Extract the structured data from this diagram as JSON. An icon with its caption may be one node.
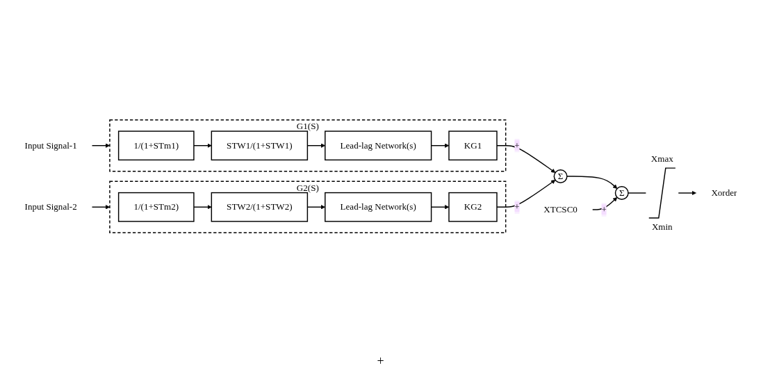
{
  "diagram": {
    "nodes": [
      {
        "text": [
          "G1(S)"
        ]
      },
      {
        "text": [
          "1/(1+STm1)"
        ],
        "in": 0
      },
      {
        "text": [
          "STW1/(1+STW1)"
        ],
        "in": 0
      },
      {
        "text": [
          "Lead-lag Network(s)"
        ],
        "in": 0
      },
      {
        "text": [
          "KG1"
        ],
        "in": 0
      },
      {
        "text": [
          "G2(S)"
        ]
      },
      {
        "text": [
          "1/(1+STm2)"
        ],
        "in": 5
      },
      {
        "text": [
          "STW2/(1+STW2)"
        ],
        "in": 5
      },
      {
        "text": [
          "Lead-lag Network(s)"
        ],
        "in": 5
      },
      {
        "text": [
          "KG2"
        ],
        "in": 5
      },
      {
        "text": [
          "Input Signal-1"
        ]
      },
      {
        "text": [
          "Input Signal-2"
        ]
      },
      {
        "text": [
          "Σ"
        ]
      },
      {
        "text": [
          "Σ"
        ]
      },
      {
        "text": [
          "XTCSC0"
        ]
      },
      {
        "text": [],
        "shape": "picture",
        "beside": [
          "Xmax",
          "Xmin"
        ]
      },
      {
        "text": [
          "Xorder"
        ]
      }
    ],
    "edges": [
      {
        "from": 10,
        "to": 0,
        "arrow": "to"
      },
      {
        "from": 1,
        "to": 2,
        "arrow": "to"
      },
      {
        "from": 2,
        "to": 3,
        "arrow": "to"
      },
      {
        "from": 3,
        "to": 4,
        "arrow": "to"
      },
      {
        "from": 4,
        "to": 12,
        "arrow": "to",
        "label": "+"
      },
      {
        "from": 11,
        "to": 5,
        "arrow": "to"
      },
      {
        "from": 6,
        "to": 7,
        "arrow": "to"
      },
      {
        "from": 7,
        "to": 8,
        "arrow": "to"
      },
      {
        "from": 8,
        "to": 9,
        "arrow": "to"
      },
      {
        "from": 9,
        "to": 12,
        "arrow": "to",
        "label": "+"
      },
      {
        "from": 12,
        "to": 13,
        "arrow": "to"
      },
      {
        "from": 14,
        "to": 13,
        "arrow": "to",
        "label": "+"
      },
      {
        "from": 13,
        "to": 15,
        "arrow": "none"
      },
      {
        "from": 15,
        "to": 16,
        "arrow": "to"
      }
    ],
    "labels": [
      "+"
    ]
  }
}
